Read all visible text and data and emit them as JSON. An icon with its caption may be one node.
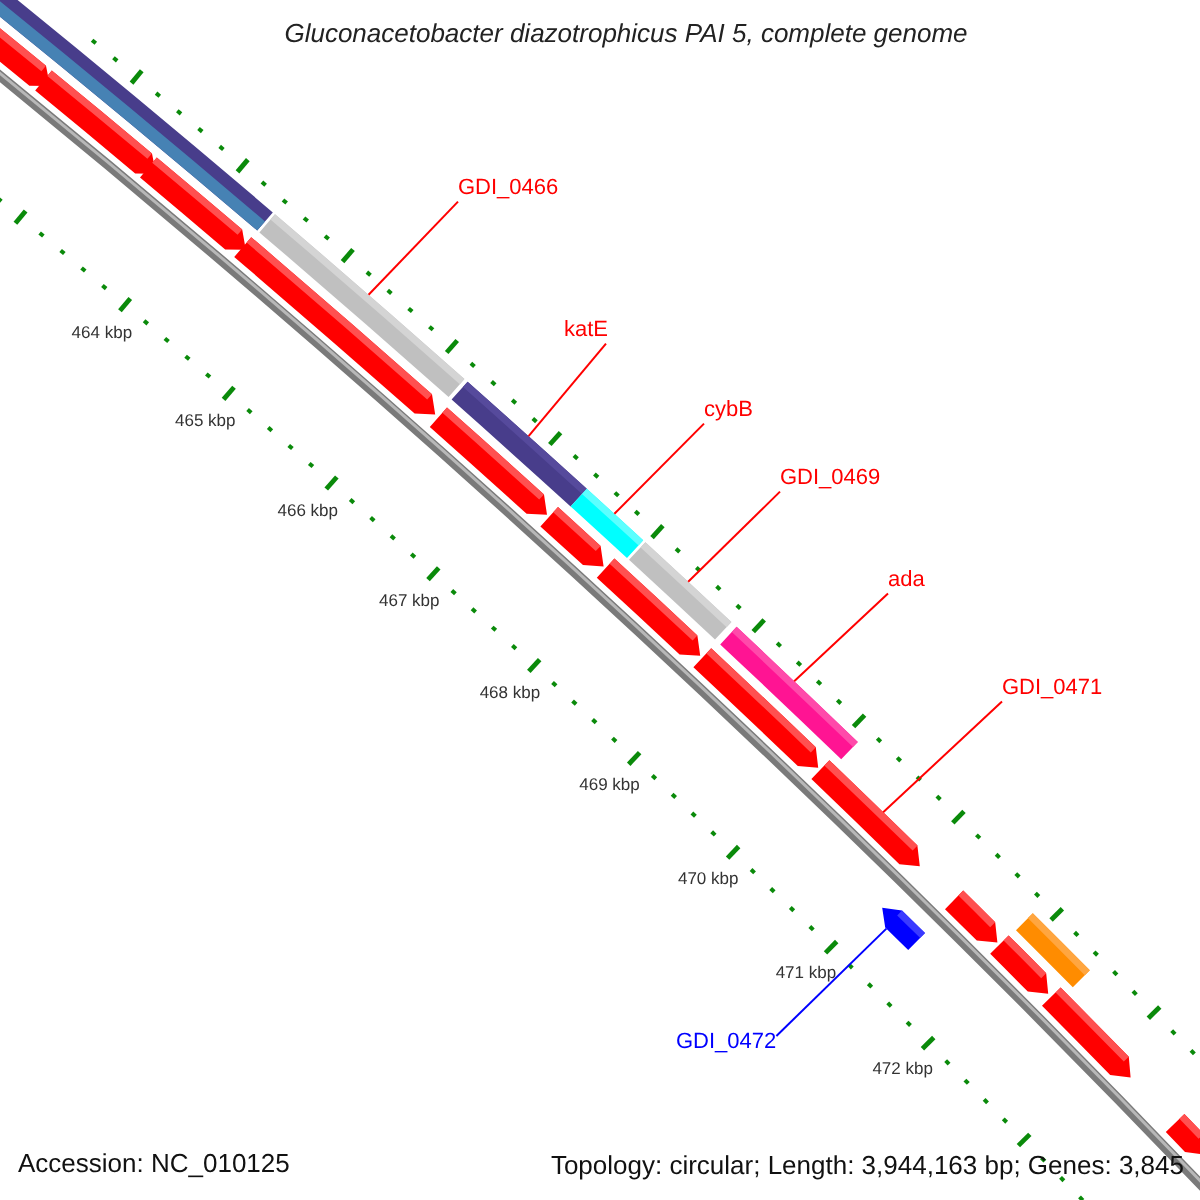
{
  "diagram": {
    "title": "Gluconacetobacter diazotrophicus PAI 5, complete genome",
    "nodes": [
      {
        "text": [
          "GDI_0466"
        ]
      },
      {
        "text": [
          "katE"
        ]
      },
      {
        "text": [
          "cybB"
        ]
      },
      {
        "text": [
          "GDI_0469"
        ]
      },
      {
        "text": [
          "ada"
        ]
      },
      {
        "text": [
          "GDI_0471"
        ]
      },
      {
        "text": [
          "GDI_0472"
        ]
      },
      {
        "text": [],
        "shape": "bar"
      },
      {
        "text": [],
        "shape": "bar"
      },
      {
        "text": [],
        "shape": "bar"
      },
      {
        "text": [],
        "shape": "bar"
      },
      {
        "text": [],
        "shape": "bar"
      },
      {
        "text": [],
        "shape": "bar"
      },
      {
        "text": [],
        "shape": "bar"
      },
      {
        "text": [],
        "shape": "arrow"
      },
      {
        "text": [],
        "shape": "arrow"
      },
      {
        "text": [],
        "shape": "arrow"
      },
      {
        "text": [],
        "shape": "arrow"
      },
      {
        "text": [],
        "shape": "arrow"
      },
      {
        "text": [],
        "shape": "arrow"
      },
      {
        "text": [],
        "shape": "arrow"
      },
      {
        "text": [],
        "shape": "arrow"
      },
      {
        "text": [],
        "shape": "arrow"
      },
      {
        "text": [],
        "shape": "arrow"
      },
      {
        "text": [],
        "shape": "arrow"
      },
      {
        "text": [],
        "shape": "arrow"
      },
      {
        "text": [],
        "shape": "arrow"
      },
      {
        "text": [],
        "shape": "arrow"
      }
    ],
    "edges": [
      {
        "from": 0,
        "to": 8,
        "arrow": "none"
      },
      {
        "from": 1,
        "to": 9,
        "arrow": "none"
      },
      {
        "from": 2,
        "to": 10,
        "arrow": "none"
      },
      {
        "from": 3,
        "to": 11,
        "arrow": "none"
      },
      {
        "from": 4,
        "to": 12,
        "arrow": "none"
      },
      {
        "from": 5,
        "to": 22,
        "arrow": "none"
      },
      {
        "from": 6,
        "to": 27,
        "arrow": "none",
        "color": "#0000ff"
      }
    ],
    "labels": [
      "464 kbp",
      "465 kbp",
      "466 kbp",
      "467 kbp",
      "468 kbp",
      "469 kbp",
      "470 kbp",
      "471 kbp",
      "472 kbp",
      "Accession: NC_010125",
      "Topology: circular; Length: 3,944,163 bp; Genes: 3,845"
    ]
  }
}
